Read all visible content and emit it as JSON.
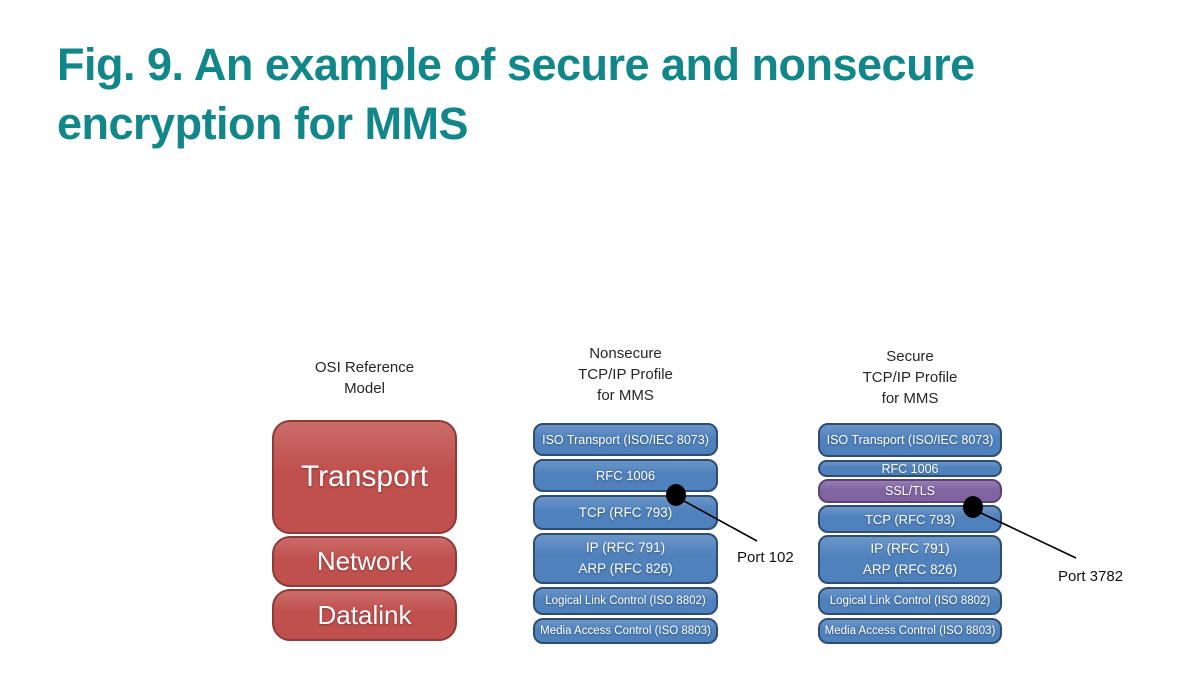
{
  "title": "Fig. 9. An example of secure and nonsecure\nencryption for MMS",
  "colors": {
    "title_teal": "#128789",
    "osi_fill": "#C0504D",
    "osi_border": "#8D3B38",
    "profile_fill": "#4F81BD",
    "profile_border": "#2D4E71",
    "ssl_fill": "#8064A2",
    "ssl_border": "#5A4374",
    "header_text": "#262626",
    "box_text": "#ffffff",
    "annotation": "#000000"
  },
  "stacks": {
    "osi": {
      "header": "OSI Reference\nModel",
      "boxes": [
        {
          "label": "Transport"
        },
        {
          "label": "Network"
        },
        {
          "label": "Datalink"
        }
      ]
    },
    "nonsecure": {
      "header": "Nonsecure\nTCP/IP Profile\nfor MMS",
      "boxes": [
        {
          "label": "ISO Transport (ISO/IEC 8073)"
        },
        {
          "label": "RFC 1006"
        },
        {
          "label": "TCP (RFC 793)"
        },
        {
          "label": "IP (RFC 791)\nARP (RFC 826)"
        },
        {
          "label": "Logical Link Control (ISO 8802)"
        },
        {
          "label": "Media Access Control (ISO 8803)"
        }
      ],
      "annotation": "Port 102"
    },
    "secure": {
      "header": "Secure\nTCP/IP Profile\nfor MMS",
      "boxes": [
        {
          "label": "ISO Transport (ISO/IEC 8073)"
        },
        {
          "label": "RFC 1006"
        },
        {
          "label": "SSL/TLS"
        },
        {
          "label": "TCP (RFC 793)"
        },
        {
          "label": "IP (RFC 791)\nARP (RFC 826)"
        },
        {
          "label": "Logical Link Control (ISO 8802)"
        },
        {
          "label": "Media Access Control (ISO 8803)"
        }
      ],
      "annotation": "Port 3782"
    }
  }
}
